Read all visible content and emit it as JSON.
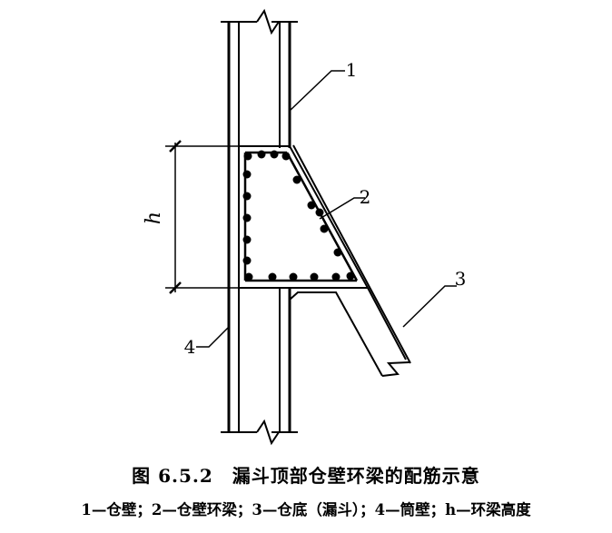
{
  "figure": {
    "labels": {
      "l1": "1",
      "l2": "2",
      "l3": "3",
      "l4": "4",
      "h": "h"
    }
  },
  "caption": {
    "title": "图 6.5.2　漏斗顶部仓壁环梁的配筋示意",
    "legend": "1—仓壁；2—仓壁环梁；3—仓底（漏斗）；4—筒壁；h—环梁高度"
  }
}
